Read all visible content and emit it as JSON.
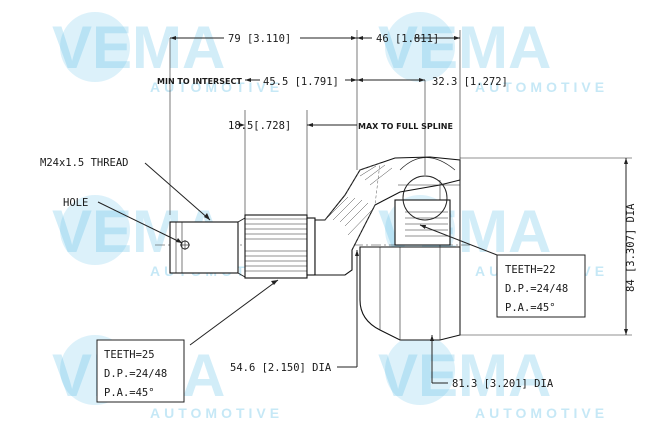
{
  "watermark": {
    "brand": "VEMA",
    "sub": "AUTOMOTIVE",
    "color": "#5fbfe8"
  },
  "dimensions": {
    "overall_length": "79 [3.110]",
    "outer_length": "46 [1.811]",
    "min_to_intersect_label": "MIN TO INTERSECT",
    "min_to_intersect": "45.5 [1.791]",
    "outer_to_center": "32.3 [1.272]",
    "spline_length": "18.5[.728]",
    "max_full_spline_label": "MAX TO FULL SPLINE",
    "thread": "M24x1.5 THREAD",
    "hole": "HOLE",
    "seal_dia": "54.6 [2.150] DIA",
    "body_dia": "81.3 [3.201] DIA",
    "outer_dia": "84 [3.307] DIA"
  },
  "inner_spline": {
    "teeth": "TEETH=22",
    "dp": "D.P.=24/48",
    "pa": "P.A.=45°"
  },
  "outer_spline": {
    "teeth": "TEETH=25",
    "dp": "D.P.=24/48",
    "pa": "P.A.=45°"
  }
}
